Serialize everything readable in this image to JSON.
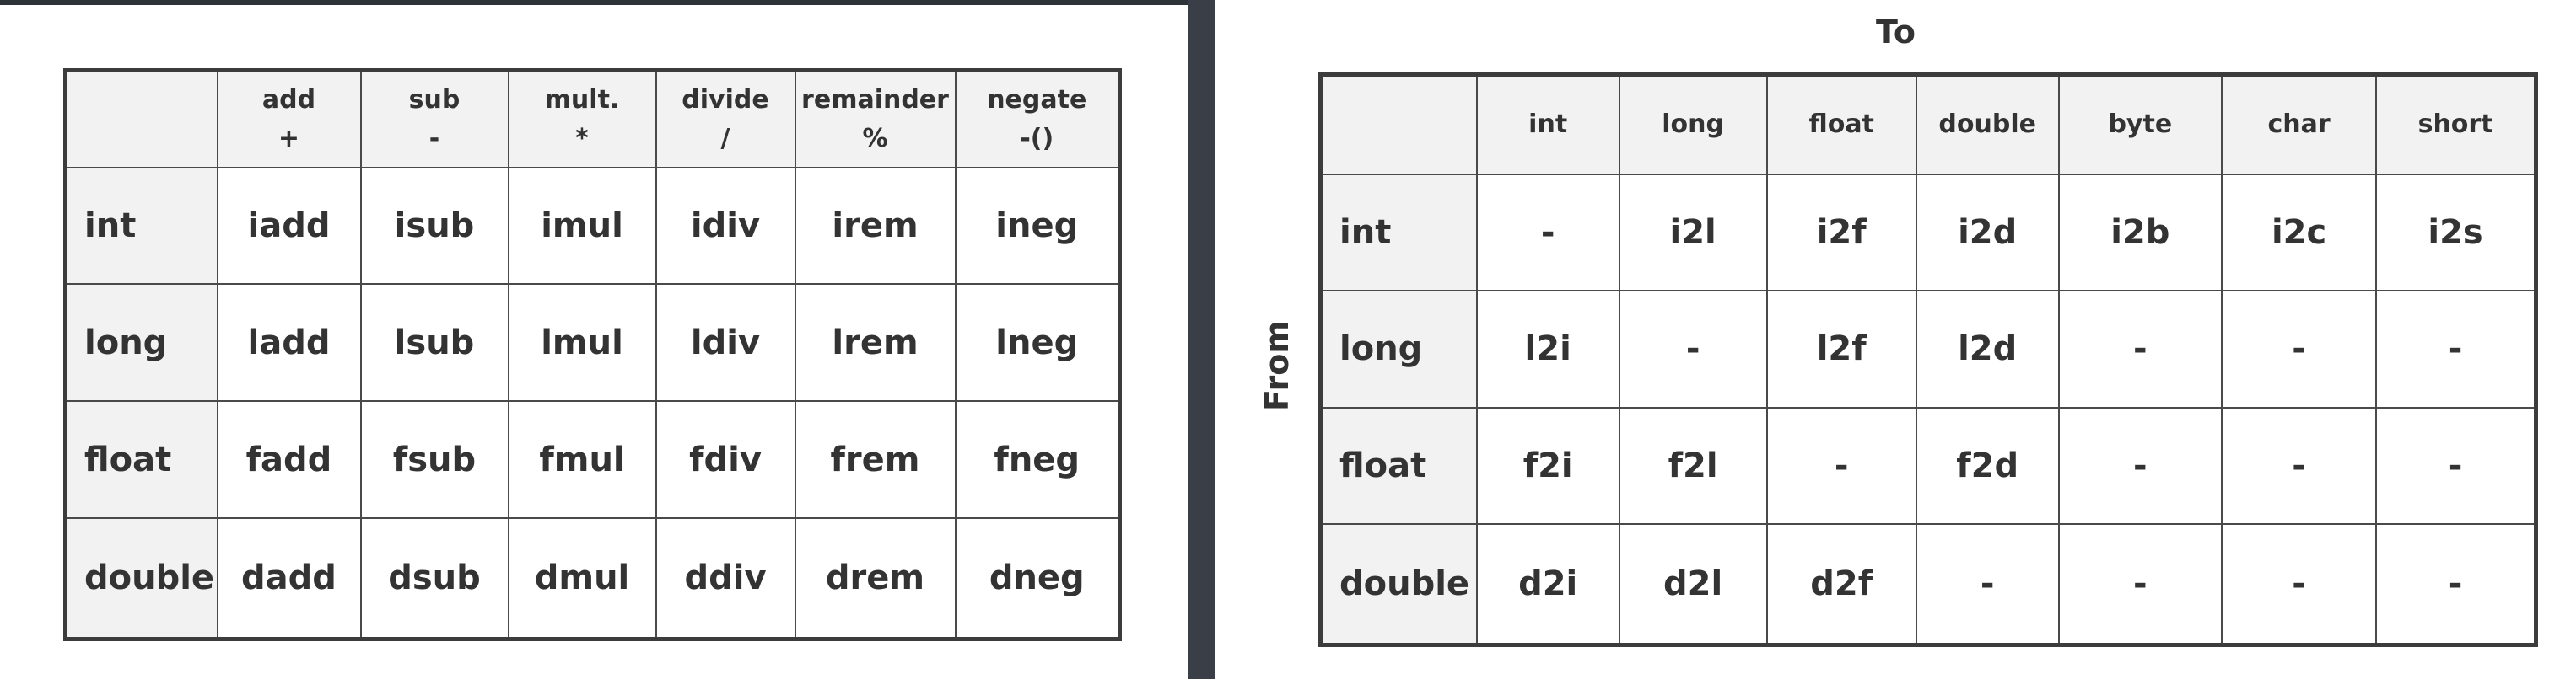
{
  "arithmetic": {
    "columns": [
      {
        "name": "add",
        "symbol": "+"
      },
      {
        "name": "sub",
        "symbol": "-"
      },
      {
        "name": "mult.",
        "symbol": "*"
      },
      {
        "name": "divide",
        "symbol": "/"
      },
      {
        "name": "remainder",
        "symbol": "%"
      },
      {
        "name": "negate",
        "symbol": "-()"
      }
    ],
    "rows": [
      {
        "type": "int",
        "cells": [
          "iadd",
          "isub",
          "imul",
          "idiv",
          "irem",
          "ineg"
        ]
      },
      {
        "type": "long",
        "cells": [
          "ladd",
          "lsub",
          "lmul",
          "ldiv",
          "lrem",
          "lneg"
        ]
      },
      {
        "type": "float",
        "cells": [
          "fadd",
          "fsub",
          "fmul",
          "fdiv",
          "frem",
          "fneg"
        ]
      },
      {
        "type": "double",
        "cells": [
          "dadd",
          "dsub",
          "dmul",
          "ddiv",
          "drem",
          "dneg"
        ]
      }
    ]
  },
  "conversion": {
    "to_label": "To",
    "from_label": "From",
    "columns": [
      "int",
      "long",
      "float",
      "double",
      "byte",
      "char",
      "short"
    ],
    "rows": [
      {
        "type": "int",
        "cells": [
          "-",
          "i2l",
          "i2f",
          "i2d",
          "i2b",
          "i2c",
          "i2s"
        ]
      },
      {
        "type": "long",
        "cells": [
          "l2i",
          "-",
          "l2f",
          "l2d",
          "-",
          "-",
          "-"
        ]
      },
      {
        "type": "float",
        "cells": [
          "f2i",
          "f2l",
          "-",
          "f2d",
          "-",
          "-",
          "-"
        ]
      },
      {
        "type": "double",
        "cells": [
          "d2i",
          "d2l",
          "d2f",
          "-",
          "-",
          "-",
          "-"
        ]
      }
    ]
  }
}
